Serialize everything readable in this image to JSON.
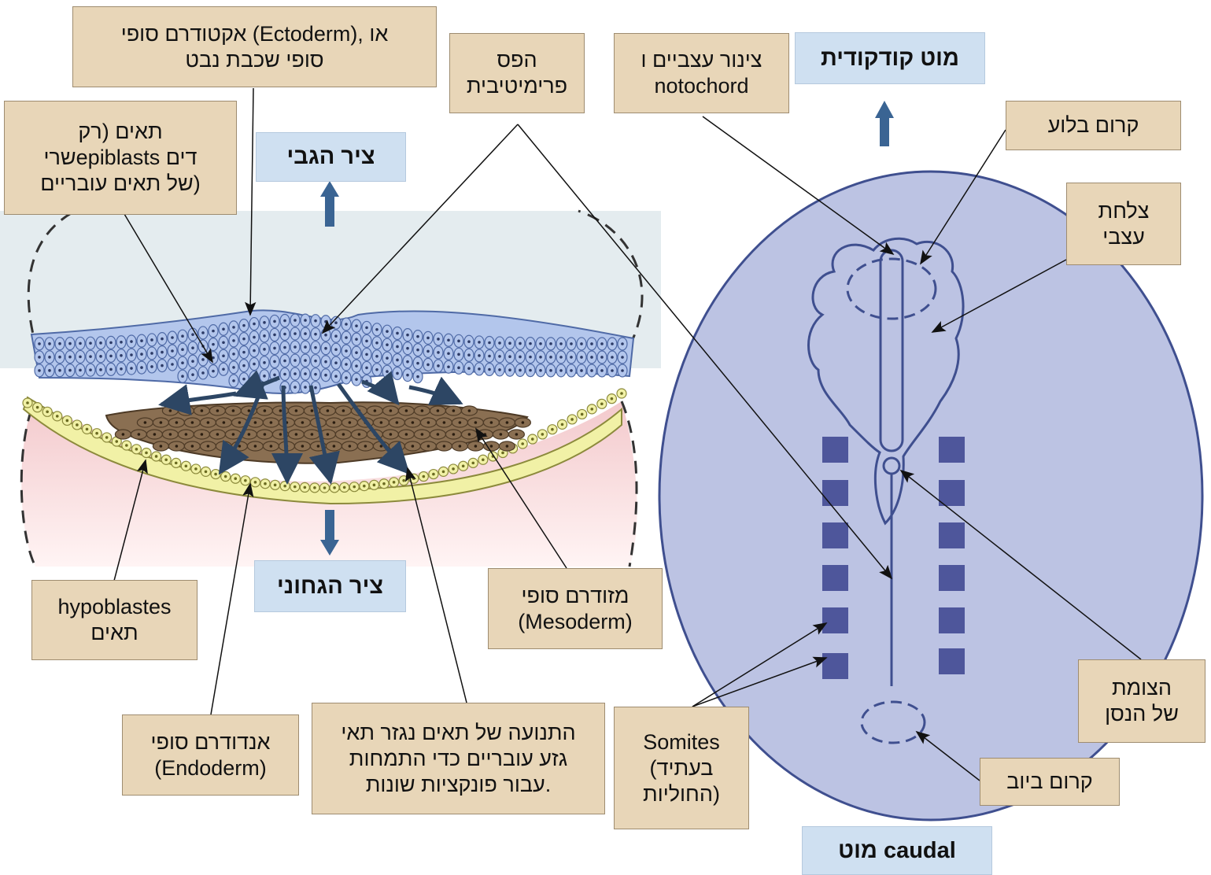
{
  "labels": {
    "ectoderm": "אקטודרם סופי (Ectoderm), או\nסופי שכבת נבט",
    "primitive_streak": "הפס\nפרימיטיבית",
    "neural_tube": "צינור עצביים ו\nnotochord",
    "epiblast": "תאים (רק\nשריepiblasts דים\nשל תאים עובריים)",
    "pharyngeal": "קרום בלוע",
    "neural_plate": "צלחת\nעצבי",
    "hypoblast": "hypoblastes\nתאים",
    "mesoderm": "מזודרם סופי\n(Mesoderm)",
    "endoderm": "אנדודרם סופי\n(Endoderm)",
    "cell_movement": "התנועה של תאים נגזר תאי\nגזע עובריים כדי התמחות\nעבור פונקציות שונות.",
    "somites": "Somites\n(בעתיד\nהחוליות)",
    "node": "הצומת\nשל הנסן",
    "cloacal": "קרום ביוב"
  },
  "axes": {
    "dorsal": "ציר הגבי",
    "ventral": "ציר הגחוני",
    "cranial": "מוט קודקודית",
    "caudal": "מוט caudal"
  },
  "colors": {
    "label_fill": "#e8d6b8",
    "label_border": "#9e8c70",
    "axis_fill": "#cfe0f1",
    "arrow_blue": "#3a6493",
    "epiblast_cell": "#b3c6ec",
    "mesoderm_cell": "#8a6f52",
    "hypoblast_cell": "#f1f1a6",
    "embryo_disc": "#bcc3e3",
    "somite": "#4e569b"
  }
}
